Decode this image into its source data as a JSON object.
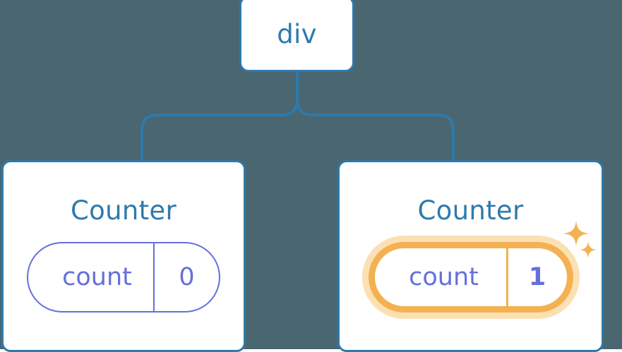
{
  "diagram": {
    "title": "React component tree with highlighted state update",
    "background_color": "#4A6670",
    "node_border_color": "#2E7AAC",
    "node_text_color": "#2E7AAC",
    "pill_color": "#6470DC",
    "highlight_color": "#F4B152",
    "highlight_glow_color": "#FBE0B4",
    "root": {
      "label": "div"
    },
    "children": [
      {
        "label": "Counter",
        "state": {
          "key": "count",
          "value": "0"
        },
        "highlighted": false
      },
      {
        "label": "Counter",
        "state": {
          "key": "count",
          "value": "1"
        },
        "highlighted": true,
        "sparkle_icons": [
          "sparkle-large",
          "sparkle-small"
        ]
      }
    ]
  }
}
